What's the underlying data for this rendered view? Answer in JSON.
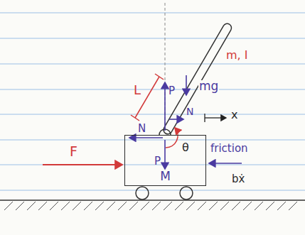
{
  "diagram": {
    "nodes": [
      {
        "text": [
          "M"
        ]
      }
    ],
    "labels": [
      "m, I",
      "L",
      "P",
      "mg",
      "N",
      "x",
      "N",
      "F",
      "θ",
      "friction",
      "P",
      "bẋ"
    ]
  }
}
